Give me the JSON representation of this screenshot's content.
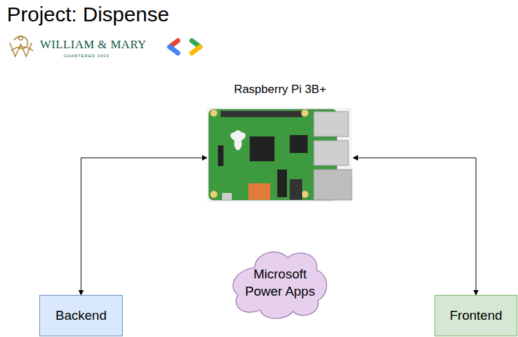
{
  "diagram": {
    "title": "Project: Dispense",
    "nodes": [
      {
        "text": [
          "Raspberry Pi 3B+"
        ]
      },
      {
        "text": [
          "Microsoft Power Apps"
        ]
      },
      {
        "text": [
          "Backend"
        ]
      },
      {
        "text": [
          "Frontend"
        ]
      }
    ],
    "edges": [
      {
        "from": 2,
        "to": 0,
        "arrow": "both"
      },
      {
        "from": 3,
        "to": 0,
        "arrow": "both"
      }
    ],
    "labels": [
      "WILLIAM & MARY",
      "CHARTERED 1693"
    ]
  }
}
